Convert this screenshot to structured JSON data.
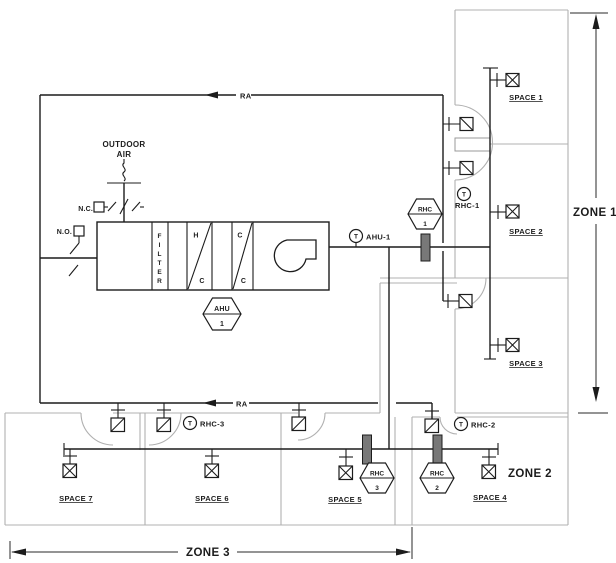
{
  "drawing": {
    "return_air_label": "RA",
    "outdoor_air": {
      "line1": "OUTDOOR",
      "line2": "AIR"
    },
    "dampers": {
      "normally_closed": "N.C.",
      "normally_open": "N.O."
    },
    "ahu": {
      "filter": "FILTER",
      "heating_coil": {
        "top": "H",
        "bottom": "C"
      },
      "cooling_coil": {
        "top": "C",
        "bottom": "C"
      },
      "tag": {
        "label": "AHU",
        "number": "1"
      }
    },
    "sensors": {
      "symbol": "T",
      "ahu1": "AHU-1",
      "rhc1": "RHC-1",
      "rhc2": "RHC-2",
      "rhc3": "RHC-3"
    },
    "reheat": {
      "rhc1": {
        "label": "RHC",
        "number": "1"
      },
      "rhc2": {
        "label": "RHC",
        "number": "2"
      },
      "rhc3": {
        "label": "RHC",
        "number": "3"
      }
    },
    "spaces": {
      "s1": "SPACE 1",
      "s2": "SPACE 2",
      "s3": "SPACE 3",
      "s4": "SPACE 4",
      "s5": "SPACE 5",
      "s6": "SPACE 6",
      "s7": "SPACE 7"
    },
    "zones": {
      "z1": "ZONE 1",
      "z2": "ZONE 2",
      "z3": "ZONE 3"
    }
  },
  "colors": {
    "duct_line": "#1c1c1c",
    "room_wall": "#b0b0b0",
    "coil_fill": "#787878",
    "dimension_line": "#2a2a2a",
    "background": "#ffffff"
  }
}
